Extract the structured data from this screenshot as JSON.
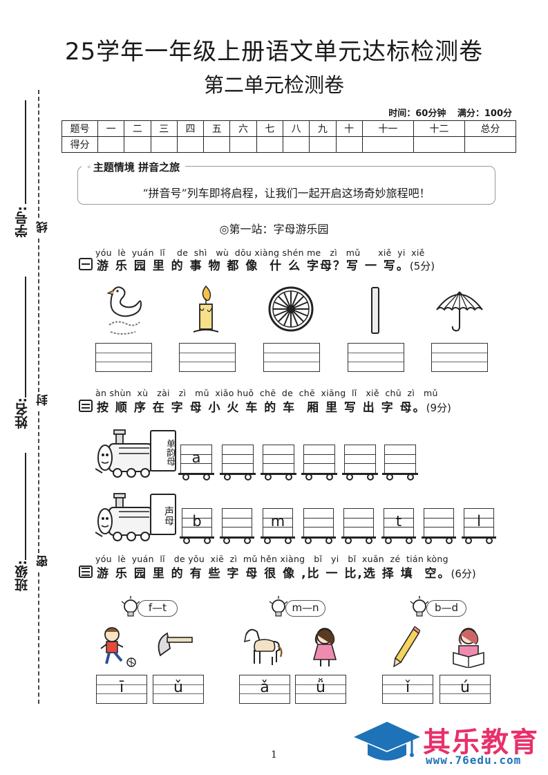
{
  "header": {
    "title": "25学年一年级上册语文单元达标检测卷",
    "subtitle": "第二单元检测卷",
    "time": "时间：60分钟",
    "full_score": "满分：100分"
  },
  "score_table": {
    "row1": [
      "题号",
      "一",
      "二",
      "三",
      "四",
      "五",
      "六",
      "七",
      "八",
      "九",
      "十",
      "十一",
      "十二",
      "总分"
    ],
    "row2_label": "得分"
  },
  "binding": {
    "student_id": "学号:",
    "name": "姓名:",
    "class": "班级:",
    "seal_1": "线",
    "seal_2": "封",
    "seal_3": "密"
  },
  "theme": {
    "heading": "主题情境  拼音之旅",
    "text": "“拼音号”列车即将启程，让我们一起开启这场奇妙旅程吧！"
  },
  "station": "◎第一站：字母游乐园",
  "q1": {
    "pinyin": "yóu  lè  yuán  lǐ    de  shì   wù  dōu xiàng shén me   zì   mǔ      xiě  yi  xiě",
    "text": "游 乐 园 里 的 事 物 都 像  什 么 字母？写 一 写。",
    "points": "(5分)",
    "images": [
      "goose-icon",
      "candle-icon",
      "wheel-icon",
      "stick-icon",
      "umbrella-icon"
    ]
  },
  "q2": {
    "pinyin": "àn shùn  xù   zài   zì   mǔ  xiǎo huǒ  chē  de  chē  xiāng  lǐ   xiě  chū  zì   mǔ",
    "text": "按 顺 序 在 字 母 小 火 车 的 车  厢 里 写 出 字 母。",
    "points": "(9分)",
    "train1_sign": "单韵母",
    "train1_cars": [
      "a",
      "",
      "",
      "",
      "",
      ""
    ],
    "train2_sign": "声母",
    "train2_cars": [
      "b",
      "",
      "m",
      "",
      "",
      "t",
      "",
      "l"
    ]
  },
  "q3": {
    "pinyin": "yóu  lè  yuán  lǐ   de yǒu  xiē  zì  mǔ hěn xiàng   bǐ   yi   bǐ  xuǎn  zé  tián kòng",
    "text": "游 乐 园 里 的 有 些 字 母 很 像 ,比 一 比,选 择 填  空。",
    "points": "(6分)",
    "hints": [
      "f—t",
      "m—n",
      "b—d"
    ],
    "blanks": [
      "ī",
      "ǔ",
      "ǎ",
      "ǚ",
      "ǐ",
      "ú"
    ]
  },
  "footer": {
    "page": "1",
    "watermark": "其乐教育",
    "url": "www.76edu.com"
  },
  "colors": {
    "watermark_pink": "#e8306a",
    "watermark_blue": "#1e72b8"
  }
}
